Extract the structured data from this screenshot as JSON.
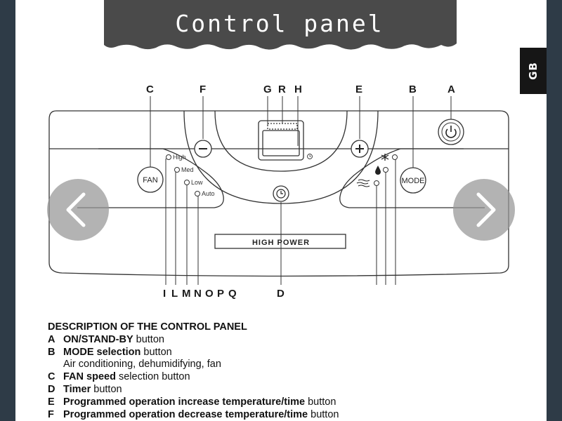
{
  "banner": {
    "title": "Control panel"
  },
  "side_tab": {
    "label": "GB"
  },
  "diagram": {
    "top_labels": {
      "C": "C",
      "F": "F",
      "G": "G",
      "R": "R",
      "H": "H",
      "E": "E",
      "B": "B",
      "A": "A"
    },
    "bottom_labels": {
      "I": "I",
      "L": "L",
      "M": "M",
      "N": "N",
      "O": "O",
      "P": "P",
      "Q": "Q",
      "D": "D"
    },
    "buttons": {
      "fan": "FAN",
      "mode": "MODE",
      "minus": "−",
      "plus": "+"
    },
    "fan_levels": [
      "High",
      "Med",
      "Low",
      "Auto"
    ],
    "high_power": "HIGH POWER",
    "colors": {
      "banner": "#4a4a4a",
      "background": "#2e3b47",
      "tab": "#161616"
    }
  },
  "nav": {
    "prev_icon": "chevron-left-icon",
    "next_icon": "chevron-right-icon"
  },
  "description": {
    "heading": "DESCRIPTION OF THE CONTROL PANEL",
    "items": [
      {
        "key": "A",
        "bold": "ON/STAND-BY",
        "rest": " button"
      },
      {
        "key": "B",
        "bold": "MODE selection",
        "rest": " button"
      },
      {
        "key": "",
        "bold": "",
        "rest": "Air conditioning, dehumidifying, fan"
      },
      {
        "key": "C",
        "bold": "FAN speed",
        "rest": " selection button"
      },
      {
        "key": "D",
        "bold": "Timer",
        "rest": " button"
      },
      {
        "key": "E",
        "bold": "Programmed operation increase temperature/time",
        "rest": " button"
      },
      {
        "key": "F",
        "bold": "Programmed operation decrease temperature/time",
        "rest": " button"
      }
    ]
  }
}
